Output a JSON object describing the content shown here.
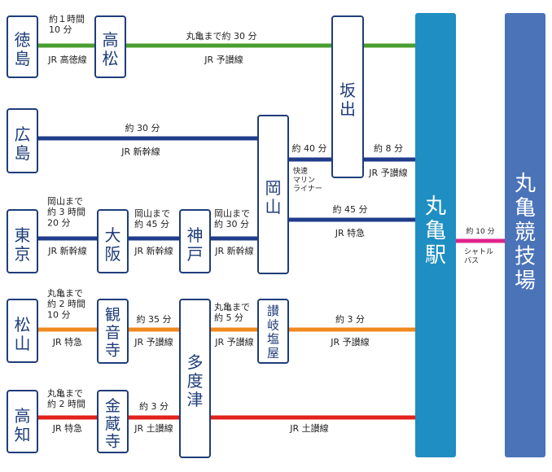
{
  "colors": {
    "station_border": "#1f3d7a",
    "station_text": "#1f3d7a",
    "label_text": "#222222",
    "line_green": "#4a9e2f",
    "line_navy": "#1f3d8a",
    "line_orange": "#ef8a1f",
    "line_red": "#e3211c",
    "marugame_station_fill": "#1f8ec2",
    "stadium_fill": "#4a73b8",
    "shuttle_magenta": "#e0238a"
  },
  "stations": {
    "tokushima": "徳島",
    "takamatsu": "高松",
    "sakaide": "坂出",
    "hiroshima": "広島",
    "okayama": "岡山",
    "tokyo": "東京",
    "osaka": "大阪",
    "kobe": "神戸",
    "matsuyama": "松山",
    "kanonji": "観音寺",
    "tadotsu": "多度津",
    "sanukishioya": "讃岐塩屋",
    "kochi": "高知",
    "kinzoji": "金蔵寺",
    "marugame_station": "丸亀駅",
    "marugame_stadium": "丸亀競技場"
  },
  "labels": {
    "tokushima_time": [
      "約１時間",
      "10 分"
    ],
    "tokushima_line": "JR 高徳線",
    "takamatsu_time": "丸亀まで約 30 分",
    "takamatsu_line": "JR 予讃線",
    "hiroshima_time": "約 30 分",
    "hiroshima_line": "JR 新幹線",
    "marine_time": "約 40 分",
    "marine_name": [
      "快速",
      "マリン",
      "ライナー"
    ],
    "sakaide_time": "約 8 分",
    "sakaide_line": "JR 予讃線",
    "tokyo_time": [
      "岡山まで",
      "約 3 時間",
      "20 分"
    ],
    "tokyo_line": "JR 新幹線",
    "osaka_time": [
      "岡山まで",
      "約 45 分"
    ],
    "osaka_line": "JR 新幹線",
    "kobe_time": [
      "岡山まで",
      "約 30 分"
    ],
    "kobe_line": "JR 新幹線",
    "okayama_time": "約 45 分",
    "okayama_line": "JR 特急",
    "shuttle_time": "約 10 分",
    "shuttle_name": [
      "シャトル",
      "バス"
    ],
    "matsuyama_time": [
      "丸亀まで",
      "約 2 時間",
      "10 分"
    ],
    "matsuyama_line": "JR 特急",
    "kanonji_time": "約 35 分",
    "kanonji_line": "JR 予讃線",
    "tadotsu_time": [
      "丸亀まで",
      "約 5 分"
    ],
    "tadotsu_line": "JR 予讃線",
    "shioya_time": "約 3 分",
    "shioya_line": "JR 予讃線",
    "kochi_time": [
      "丸亀まで",
      "約 2 時間"
    ],
    "kochi_line": "JR 特急",
    "kinzoji_time": "約 3 分",
    "kinzoji_line": "JR 土讃線",
    "dosan_line": "JR 土讃線"
  }
}
